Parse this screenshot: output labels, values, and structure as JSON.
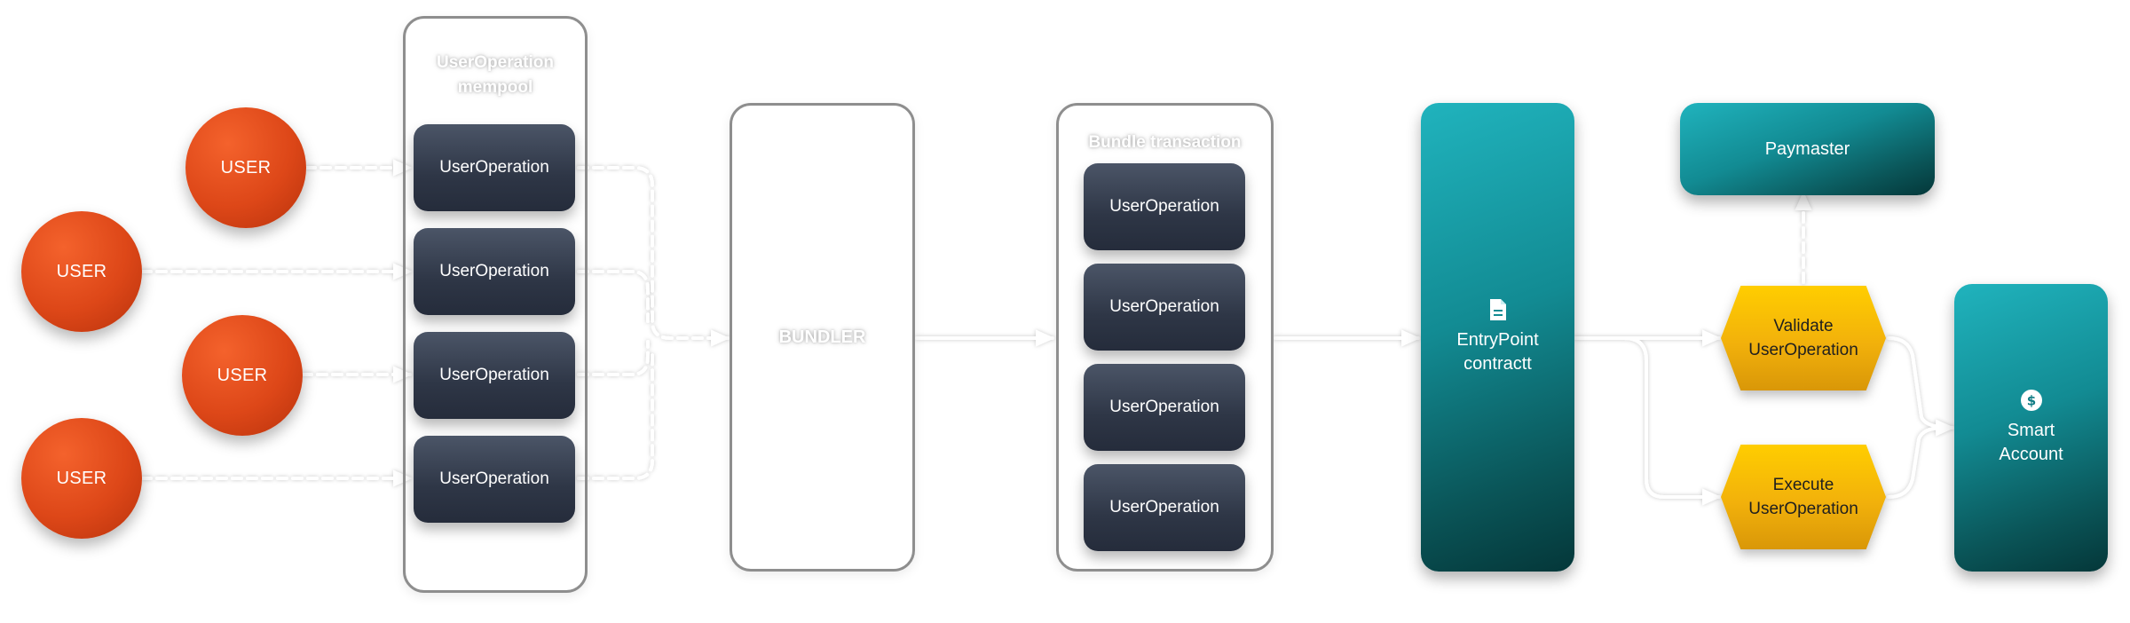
{
  "users": [
    "USER",
    "USER",
    "USER",
    "USER"
  ],
  "mempool": {
    "title": "UserOperation mempool",
    "operations": [
      "UserOperation",
      "UserOperation",
      "UserOperation",
      "UserOperation"
    ]
  },
  "bundler": {
    "label": "BUNDLER"
  },
  "bundle": {
    "title": "Bundle transaction",
    "operations": [
      "UserOperation",
      "UserOperation",
      "UserOperation",
      "UserOperation"
    ]
  },
  "entrypoint": {
    "line1": "EntryPoint",
    "line2": "contractt",
    "icon": "document-icon"
  },
  "paymaster": {
    "label": "Paymaster"
  },
  "validate": {
    "line1": "Validate",
    "line2": "UserOperation"
  },
  "execute": {
    "line1": "Execute",
    "line2": "UserOperation"
  },
  "smart_account": {
    "line1": "Smart",
    "line2": "Account",
    "icon": "dollar-coin-icon"
  },
  "colors": {
    "user": "#dd4718",
    "operation": "#2e3646",
    "teal": "#128b93",
    "hexagon": "#f2b10b",
    "container_border": "#8e8e8e"
  }
}
